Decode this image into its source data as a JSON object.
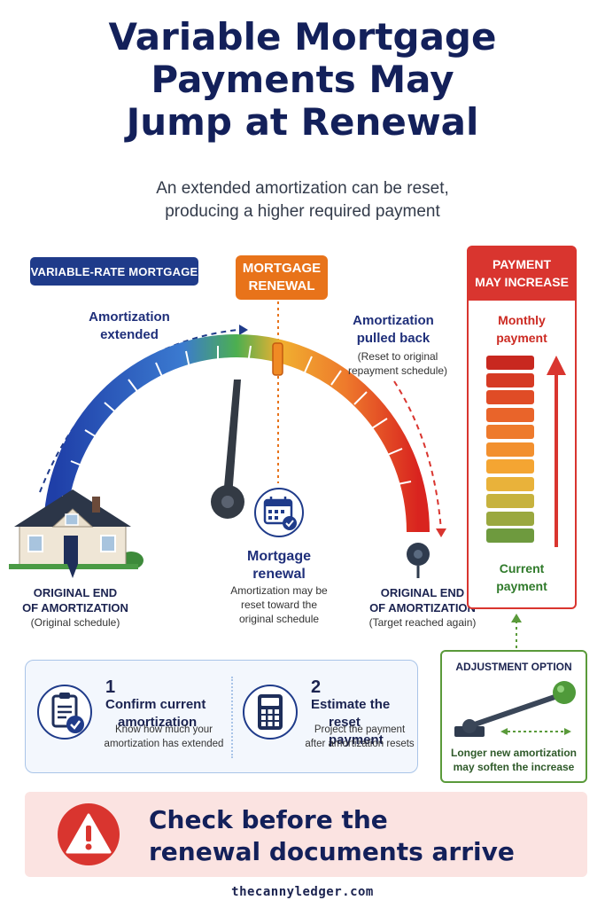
{
  "title": [
    "Variable Mortgage",
    "Payments May",
    "Jump at Renewal"
  ],
  "subtitle": [
    "An extended amortization can be reset,",
    "producing a higher required payment"
  ],
  "labels": {
    "variable_rate": "VARIABLE-RATE MORTGAGE",
    "renewal_pill": [
      "MORTGAGE",
      "RENEWAL"
    ],
    "extended": [
      "Amortization",
      "extended"
    ],
    "pulled_back": [
      "Amortization",
      "pulled back"
    ],
    "pulled_back_note": [
      "(Reset to original",
      "repayment schedule)"
    ],
    "left_end": [
      "ORIGINAL END",
      "OF AMORTIZATION"
    ],
    "left_end_note": "(Original schedule)",
    "right_end": [
      "ORIGINAL END",
      "OF AMORTIZATION"
    ],
    "right_end_note": "(Target reached again)",
    "renewal_title": [
      "Mortgage",
      "renewal"
    ],
    "renewal_note": [
      "Amortization may be",
      "reset toward the",
      "original schedule"
    ]
  },
  "payment_panel": {
    "header": [
      "PAYMENT",
      "MAY INCREASE"
    ],
    "monthly": [
      "Monthly",
      "payment"
    ],
    "current": [
      "Current",
      "payment"
    ],
    "bar_colors": [
      "#c8281f",
      "#d63a24",
      "#e04c26",
      "#e9642a",
      "#ee7a2c",
      "#f2902f",
      "#f4a532",
      "#e9b23a",
      "#c7b23e",
      "#9aa83f",
      "#6e9a3e"
    ]
  },
  "adjustment": {
    "header": "ADJUSTMENT OPTION",
    "text": [
      "Longer new amortization",
      "may soften the increase"
    ]
  },
  "steps": [
    {
      "num": "1",
      "title": [
        "Confirm current",
        "amortization"
      ],
      "desc": [
        "Know how much your",
        "amortization has extended"
      ]
    },
    {
      "num": "2",
      "title": [
        "Estimate the",
        "reset payment"
      ],
      "desc": [
        "Project the payment",
        "after amortization resets"
      ]
    }
  ],
  "banner": [
    "Check before the",
    "renewal documents arrive"
  ],
  "footer": "thecannyledger.com"
}
